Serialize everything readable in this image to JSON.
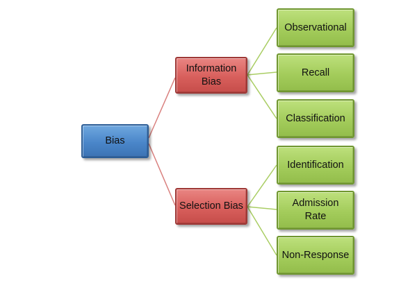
{
  "root": {
    "label": "Bias",
    "color": "#4a86c9"
  },
  "branches": [
    {
      "label": "Information Bias",
      "color": "#d85f5c",
      "children": [
        "Observational",
        "Recall",
        "Classification"
      ]
    },
    {
      "label": "Selection Bias",
      "color": "#d85f5c",
      "children": [
        "Identification",
        "Admission Rate",
        "Non-Response"
      ]
    }
  ],
  "leaf_color": "#a3cc5b",
  "connector_colors": {
    "root_to_branch": "#d9807e",
    "branch_to_leaf": "#a9cd63"
  }
}
